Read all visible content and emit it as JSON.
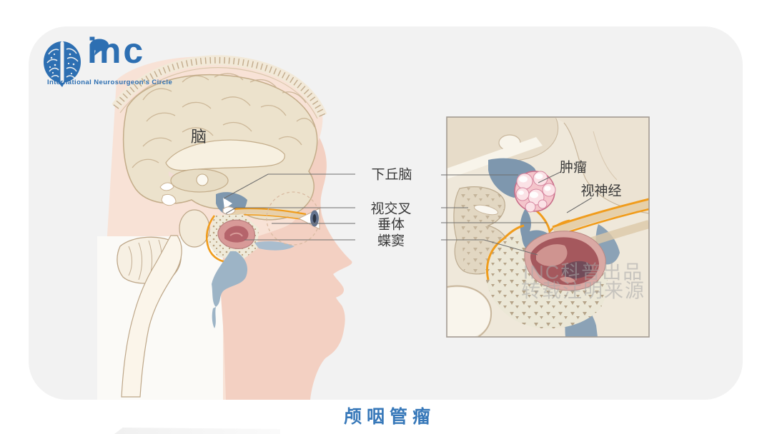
{
  "logo": {
    "brand": "inc",
    "tagline": "International  Neurosurgeon's  Circle"
  },
  "labels": {
    "brain": "脑",
    "hypothalamus": "下丘脑",
    "optic_chiasm": "视交叉",
    "pituitary": "垂体",
    "sphenoid_sinus": "蝶窦",
    "tumor": "肿瘤",
    "optic_nerve": "视神经"
  },
  "watermark": {
    "line1": "INC科普出品",
    "line2": "转载注明来源"
  },
  "title": "颅咽管瘤",
  "colors": {
    "logo_blue": "#2d6fb2",
    "title_blue": "#3778b9",
    "label_text": "#3a3a3a",
    "card_bg": "#f2f2f2",
    "nerve_orange": "#f09c1c",
    "ventricle_blue": "#7e97ae",
    "tumor_pink": "#f4c5cb",
    "pituitary_maroon": "#a5585d",
    "skin_light": "#f8e2d6",
    "skin_dark": "#f3d0c2",
    "brain_beige": "#ece2cc",
    "watermark_gray": "#a8a8a8"
  }
}
